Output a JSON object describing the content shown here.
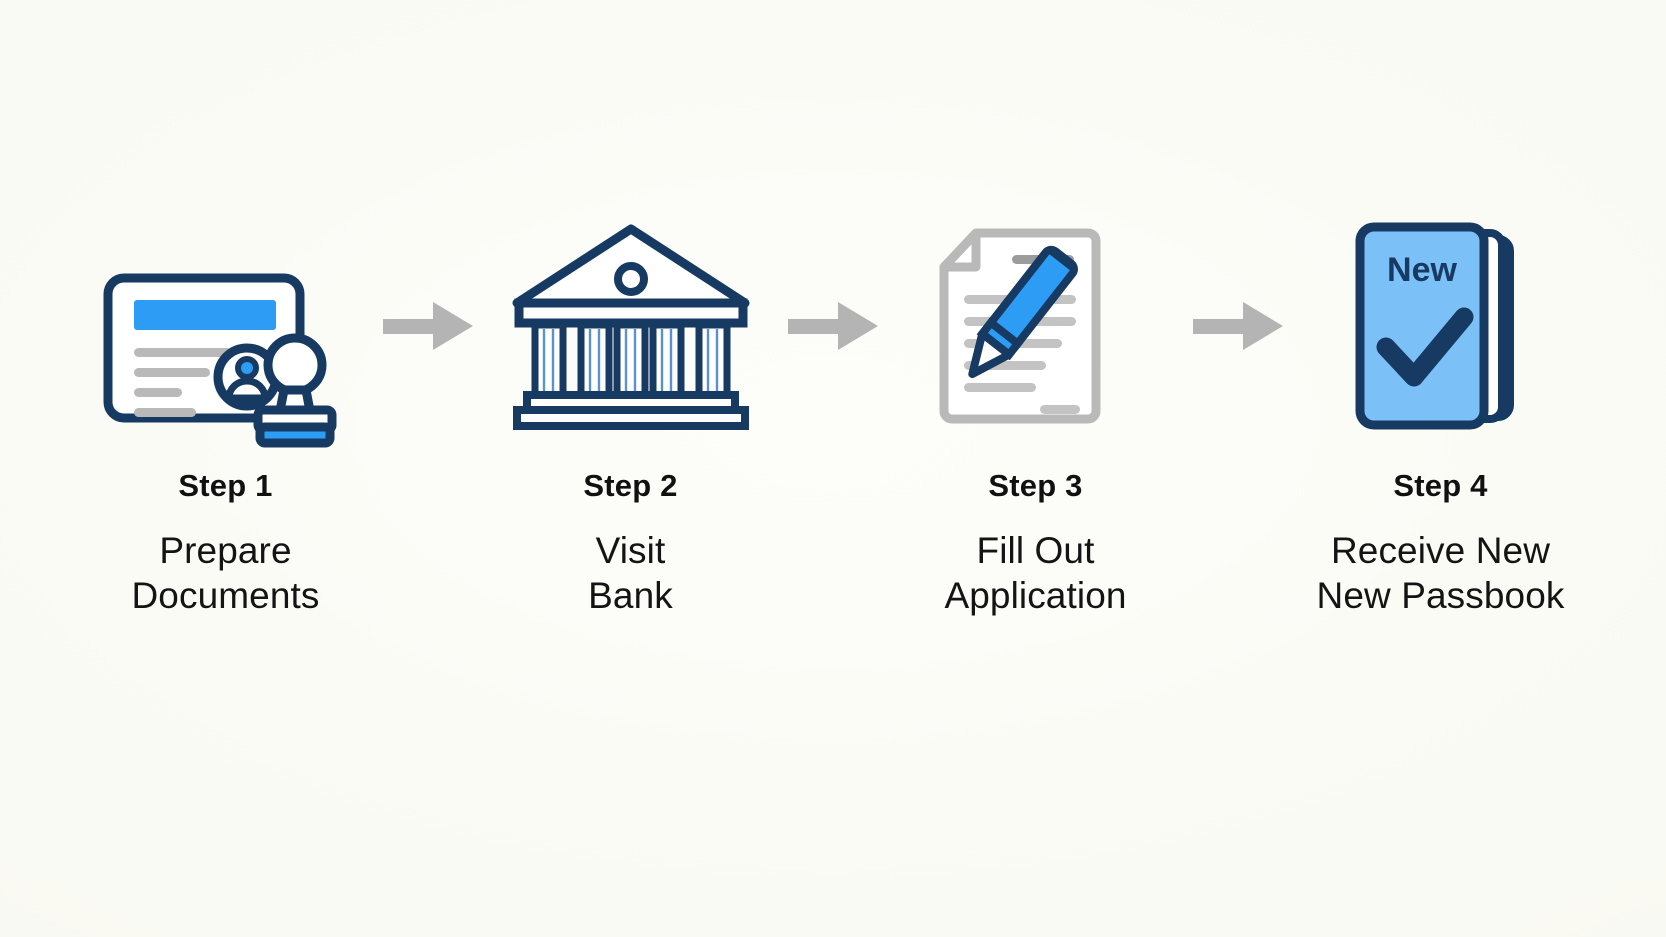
{
  "diagram": {
    "type": "horizontal-process-flow",
    "title": "",
    "background_color": "#fbfbf7",
    "step_count": 4
  },
  "colors": {
    "background": "#fbfbf7",
    "navy": "#173a63",
    "navy_dark": "#12355c",
    "blue_accent": "#2d9cf5",
    "blue_light": "#7cc0f8",
    "blue_pale": "#bfdffb",
    "gray_line": "#bdbdbd",
    "gray_arrow": "#b4b4b4",
    "gray_doc": "#b9b9b9",
    "text": "#111111",
    "white": "#ffffff"
  },
  "steps": [
    {
      "id": "step-1",
      "title": "Step 1",
      "desc_line1": "Prepare",
      "desc_line2": "Documents",
      "icon": "document-card-with-stamp-icon"
    },
    {
      "id": "step-2",
      "title": "Step 2",
      "desc_line1": "Visit",
      "desc_line2": "Bank",
      "icon": "bank-building-icon"
    },
    {
      "id": "step-3",
      "title": "Step 3",
      "desc_line1": "Fill Out",
      "desc_line2": "Application",
      "icon": "document-with-pen-icon"
    },
    {
      "id": "step-4",
      "title": "Step 4",
      "desc_line1": "Receive New",
      "desc_line2": "New Passbook",
      "icon": "passbook-checkmark-icon",
      "badge_text": "New"
    }
  ],
  "connectors": [
    {
      "id": "arrow-1-2",
      "icon": "arrow-right-icon"
    },
    {
      "id": "arrow-2-3",
      "icon": "arrow-right-icon"
    },
    {
      "id": "arrow-3-4",
      "icon": "arrow-right-icon"
    }
  ]
}
